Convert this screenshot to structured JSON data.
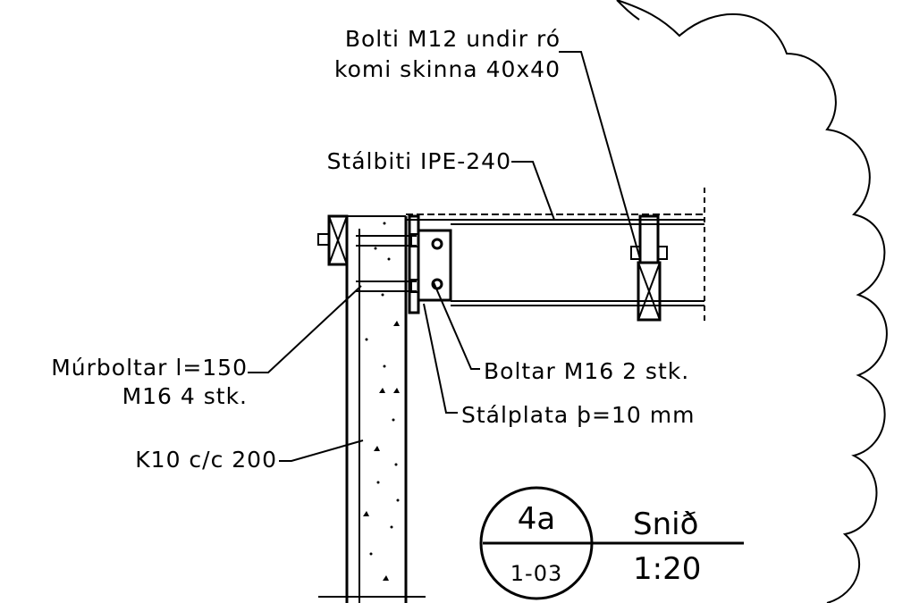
{
  "callouts": {
    "bolt_m12_line1": "Bolti M12 undir ró",
    "bolt_m12_line2": "komi skinna 40x40",
    "steel_beam": "Stálbiti IPE-240",
    "wall_anchors_line1": "Múrboltar l=150",
    "wall_anchors_line2": "M16 4 stk.",
    "bolts_m16": "Boltar M16 2 stk.",
    "steel_plate": "Stálplata þ=10 mm",
    "rebar": "K10 c/c 200"
  },
  "section_tag": {
    "detail_number": "4a",
    "sheet_number": "1-03",
    "title": "Snið",
    "scale": "1:20"
  }
}
